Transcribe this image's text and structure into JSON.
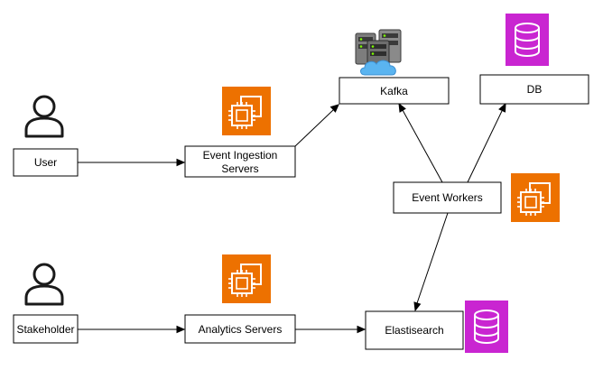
{
  "nodes": {
    "user": {
      "label": "User"
    },
    "stakeholder": {
      "label": "Stakeholder"
    },
    "event_ingestion": {
      "line1": "Event Ingestion",
      "line2": "Servers"
    },
    "analytics": {
      "label": "Analytics Servers"
    },
    "kafka": {
      "label": "Kafka"
    },
    "db": {
      "label": "DB"
    },
    "event_workers": {
      "label": "Event Workers"
    },
    "elasticsearch": {
      "label": "Elastisearch"
    }
  },
  "colors": {
    "compute_orange": "#ED7100",
    "compute_orange_dark": "#D45B07",
    "database_magenta": "#C925D1",
    "server_gray": "#7d7d7d",
    "server_dark": "#3a3a3a",
    "cloud_blue": "#5ab4f0",
    "person_stroke": "#1a1a1a"
  },
  "icons": {
    "user": "person-icon",
    "stakeholder": "person-icon",
    "ingestion": "ec2-compute-icon",
    "analytics": "ec2-compute-icon",
    "workers": "ec2-compute-icon",
    "kafka": "server-cloud-icon",
    "db": "database-icon",
    "elasticsearch": "database-icon"
  }
}
